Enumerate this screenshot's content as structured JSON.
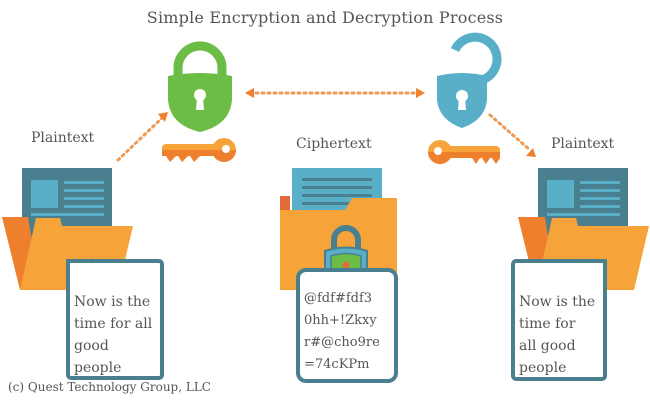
{
  "title": "Simple Encryption and Decryption Process",
  "left": {
    "label": "Plaintext",
    "lines": [
      "Now is the",
      "time for all",
      "good",
      "people"
    ]
  },
  "center": {
    "label": "Ciphertext",
    "lines": [
      "@fdf#fdf3",
      "0hh+!Zkxy",
      "r#@cho9re",
      "=74cKPm"
    ]
  },
  "right": {
    "label": "Plaintext",
    "lines": [
      "Now is the",
      "time for",
      "all good",
      "people"
    ]
  },
  "copyright": "(c) Quest Technology Group, LLC",
  "colors": {
    "green": "#6cbd45",
    "blue": "#5aafc8",
    "teal": "#4a7f8f",
    "orange": "#f6a33a",
    "dark_orange": "#ee7f2d",
    "text": "#555555"
  },
  "icons": [
    "locked-padlock-icon",
    "unlocked-padlock-icon",
    "key-icon",
    "folder-icon",
    "document-icon",
    "dotted-arrow-icon"
  ]
}
